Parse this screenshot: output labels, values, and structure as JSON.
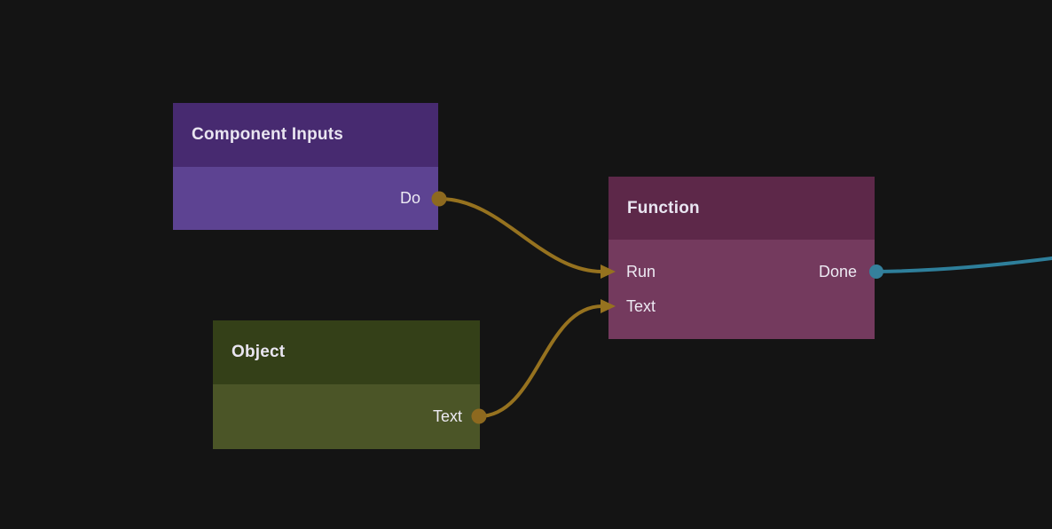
{
  "canvas": {
    "background_color": "#141414",
    "text_colors": {
      "node_title": "#e9e5f1",
      "port_label": "#edeaf3"
    }
  },
  "graph": {
    "nodes": [
      {
        "title": "Component Inputs",
        "header_color": "#472a70",
        "body_color": "#5d4392",
        "inputs": [],
        "outputs": [
          {
            "label": "Do",
            "type": "exec",
            "connector_color": "#8d691f"
          }
        ]
      },
      {
        "title": "Object",
        "header_color": "#344018",
        "body_color": "#4b5527",
        "inputs": [],
        "outputs": [
          {
            "label": "Text",
            "type": "data",
            "connector_color": "#8d691f"
          }
        ]
      },
      {
        "title": "Function",
        "header_color": "#5d2849",
        "body_color": "#743a5e",
        "inputs": [
          {
            "label": "Run",
            "type": "exec",
            "connector_color": "#96721f"
          },
          {
            "label": "Text",
            "type": "data",
            "connector_color": "#96721f"
          }
        ],
        "outputs": [
          {
            "label": "Done",
            "type": "exec",
            "connector_color": "#35809c"
          }
        ]
      }
    ],
    "wires": [
      {
        "from_node": "Component Inputs",
        "from_port": "Do",
        "to_node": "Function",
        "to_port": "Run",
        "color": "#96721f"
      },
      {
        "from_node": "Object",
        "from_port": "Text",
        "to_node": "Function",
        "to_port": "Text",
        "color": "#96721f"
      },
      {
        "from_node": "Function",
        "from_port": "Done",
        "to_node": "(offscreen right)",
        "to_port": "",
        "color": "#2e7f9b"
      }
    ]
  }
}
